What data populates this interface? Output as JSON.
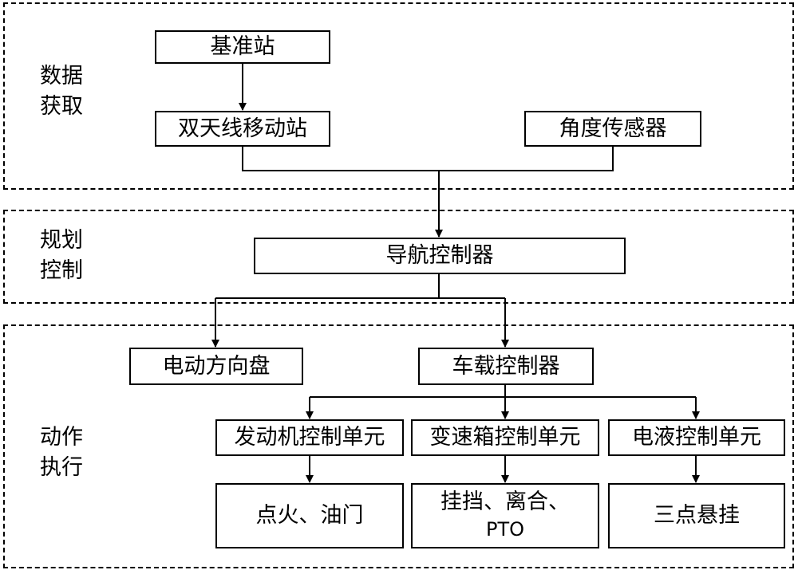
{
  "groups": {
    "acquisition": {
      "line1": "数据",
      "line2": "获取"
    },
    "planning": {
      "line1": "规划",
      "line2": "控制"
    },
    "execution": {
      "line1": "动作",
      "line2": "执行"
    }
  },
  "nodes": {
    "base_station": "基准站",
    "dual_antenna_rover": "双天线移动站",
    "angle_sensor": "角度传感器",
    "nav_controller": "导航控制器",
    "electric_steering": "电动方向盘",
    "vehicle_controller": "车载控制器",
    "engine_unit": "发动机控制单元",
    "transmission_unit": "变速箱控制单元",
    "hydraulic_unit": "电液控制单元",
    "ignition_throttle": "点火、油门",
    "gear_clutch_pto_line1": "挂挡、离合、",
    "gear_clutch_pto_line2": "PTO",
    "three_point_hitch": "三点悬挂"
  }
}
